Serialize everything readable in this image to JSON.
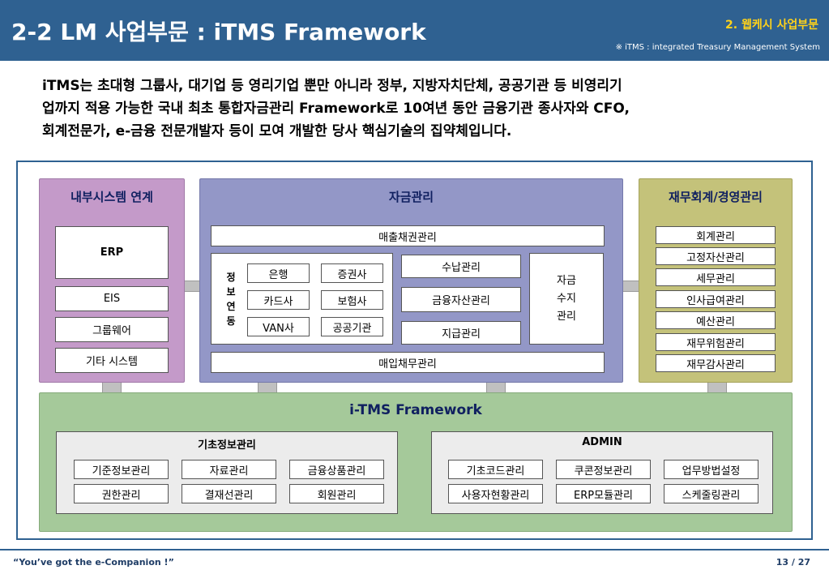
{
  "header": {
    "title": "2-2 LM 사업부문 : iTMS Framework",
    "section": "2. 웹케시 사업부문",
    "note": "※ iTMS : integrated Treasury Management System"
  },
  "intro": {
    "lines": [
      "iTMS는 초대형 그룹사, 대기업 등 영리기업 뿐만 아니라 정부, 지방자치단체, 공공기관 등 비영리기",
      "업까지 적용 가능한 국내 최초 통합자금관리 Framework로 10여년 동안 금융기관 종사자와 CFO,",
      "회계전문가, e-금융 전문개발자 등이 모여 개발한 당사 핵심기술의 집약체입니다."
    ]
  },
  "internal": {
    "title": "내부시스템 연계",
    "items": [
      "ERP",
      "EIS",
      "그룹웨어",
      "기타 시스템"
    ]
  },
  "funds": {
    "title": "자금관리",
    "receivables": "매출채권관리",
    "payables": "매입채무관리",
    "info_label": [
      "정",
      "보",
      "연",
      "동"
    ],
    "info_items": [
      "은행",
      "증권사",
      "카드사",
      "보험사",
      "VAN사",
      "공공기관"
    ],
    "mid_items": [
      "수납관리",
      "금융자산관리",
      "지급관리"
    ],
    "flow": [
      "자금",
      "수지",
      "관리"
    ]
  },
  "finance": {
    "title": "재무회계/경영관리",
    "items": [
      "회계관리",
      "고정자산관리",
      "세무관리",
      "인사급여관리",
      "예산관리",
      "재무위험관리",
      "재무감사관리"
    ]
  },
  "framework": {
    "title": "i-TMS Framework",
    "basic": {
      "title": "기초정보관리",
      "items": [
        "기준정보관리",
        "자료관리",
        "금융상품관리",
        "권한관리",
        "결재선관리",
        "회원관리"
      ]
    },
    "admin": {
      "title": "ADMIN",
      "items": [
        "기초코드관리",
        "쿠콘정보관리",
        "업무방법설정",
        "사용자현황관리",
        "ERP모듈관리",
        "스케줄링관리"
      ]
    }
  },
  "footer": {
    "slogan": "“You’ve got the e-Companion !”",
    "page": "13 / 27"
  },
  "colors": {
    "header_bg": "#2f6191",
    "accent_yellow": "#ffd21a",
    "panel_purple": "#c49ac9",
    "panel_blue": "#9397c7",
    "panel_olive": "#c4c27a",
    "panel_green": "#a5c99a"
  }
}
